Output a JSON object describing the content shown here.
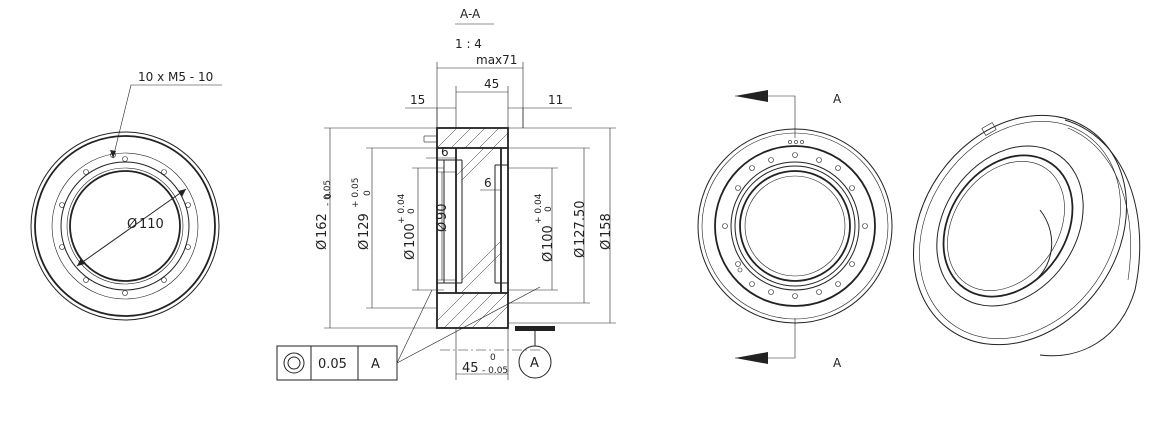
{
  "section": {
    "title": "A-A",
    "scale": "1 : 4"
  },
  "front_view": {
    "thread_note": "10 x  M5 - 10",
    "diameter_110": "110"
  },
  "dims": {
    "max71": "max71",
    "d45_top": "45",
    "d15": "15",
    "d11": "11",
    "d6a": "6",
    "d6b": "6",
    "d162_value": "162",
    "d162_tol_upper": "0",
    "d162_tol_lower": "- 0.05",
    "d129_value": "129",
    "d129_tol_upper": "+ 0.05",
    "d129_tol_lower": "0",
    "d100a_value": "100",
    "d100a_tol_upper": "+ 0.04",
    "d100a_tol_lower": "0",
    "d90_value": "90",
    "d100b_value": "100",
    "d100b_tol_upper": "+ 0.04",
    "d100b_tol_lower": "0",
    "d127_value": "127.50",
    "d158_value": "158",
    "d45_bottom_value": "45",
    "d45_bottom_tol_upper": "0",
    "d45_bottom_tol_lower": "- 0.05"
  },
  "tolerance_frame": {
    "value": "0.05",
    "datum": "A"
  },
  "datum_symbol": "A",
  "section_arrows": {
    "top": "A",
    "bottom": "A"
  },
  "diameter_symbol": "Ø"
}
